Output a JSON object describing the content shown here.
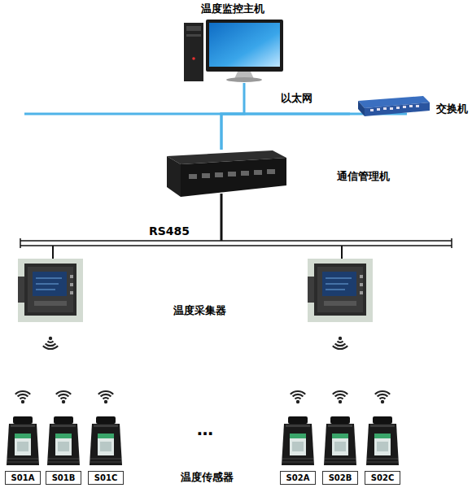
{
  "diagram": {
    "nodes": [
      {
        "text": [
          "温度监控主机"
        ]
      },
      {
        "text": [
          "交换机"
        ]
      },
      {
        "text": [
          "通信管理机"
        ]
      },
      {
        "text": [
          "S01A"
        ]
      },
      {
        "text": [
          "S01B"
        ]
      },
      {
        "text": [
          "S01C"
        ]
      },
      {
        "text": [
          "S02A"
        ]
      },
      {
        "text": [
          "S02B"
        ]
      },
      {
        "text": [
          "S02C"
        ]
      }
    ],
    "edges": [
      {
        "from": 0,
        "to": 2,
        "arrow": "none"
      },
      {
        "from": 1,
        "to": 2,
        "arrow": "none"
      }
    ],
    "labels": [
      "以太网",
      "RS485",
      "温度采集器",
      "…",
      "温度传感器"
    ]
  }
}
